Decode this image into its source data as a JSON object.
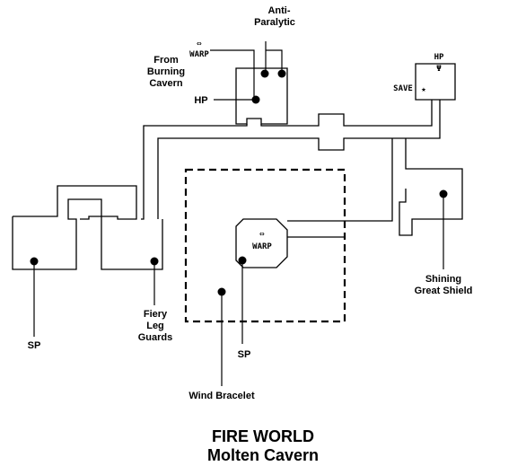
{
  "title": {
    "line1": "FIRE WORLD",
    "line2": "Molten Cavern"
  },
  "labels": {
    "anti_paralytic": [
      "Anti-",
      "Paralytic"
    ],
    "warp_top": "WARP",
    "from_burning": [
      "From",
      "Burning",
      "Cavern"
    ],
    "hp_left": "HP",
    "hp_right": "HP",
    "save": "SAVE",
    "sp_left": "SP",
    "fiery": [
      "Fiery",
      "Leg",
      "Guards"
    ],
    "warp_center": "WARP",
    "sp_center": "SP",
    "wind_bracelet": "Wind Bracelet",
    "shining": [
      "Shining",
      "Great Shield"
    ]
  },
  "icons": {
    "warp_arrow": "⇔",
    "save_star": "★",
    "hp_trident": "Ψ"
  },
  "colors": {
    "ink": "#000000",
    "background": "#ffffff"
  }
}
